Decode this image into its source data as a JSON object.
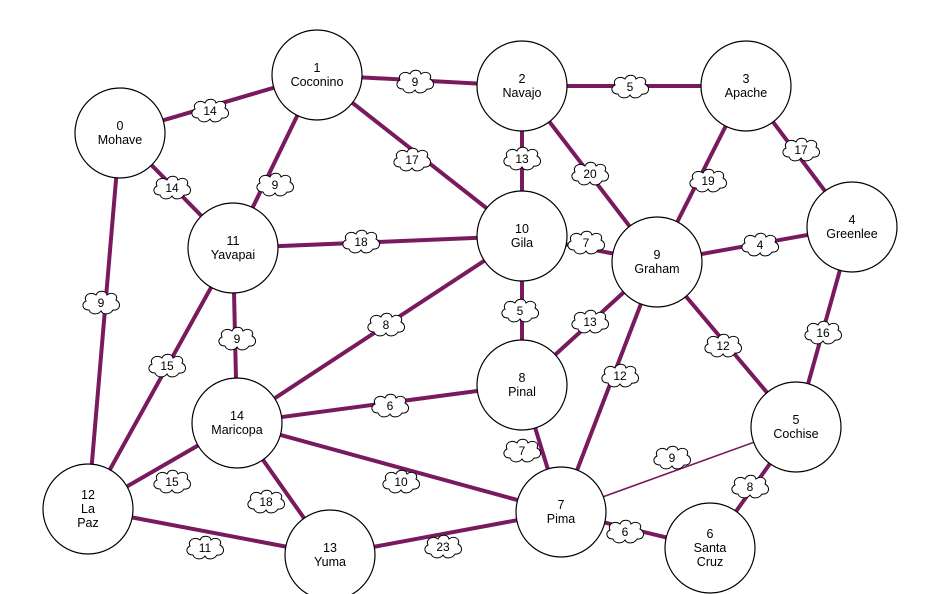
{
  "colors": {
    "edge": "#7a1a5e",
    "node_fill": "#ffffff",
    "node_stroke": "#000000"
  },
  "nodes": [
    {
      "id": "0",
      "name": "Mohave"
    },
    {
      "id": "1",
      "name": "Coconino"
    },
    {
      "id": "2",
      "name": "Navajo"
    },
    {
      "id": "3",
      "name": "Apache"
    },
    {
      "id": "4",
      "name": "Greenlee"
    },
    {
      "id": "5",
      "name": "Cochise"
    },
    {
      "id": "6",
      "name": "Santa Cruz"
    },
    {
      "id": "7",
      "name": "Pima"
    },
    {
      "id": "8",
      "name": "Pinal"
    },
    {
      "id": "9",
      "name": "Graham"
    },
    {
      "id": "10",
      "name": "Gila"
    },
    {
      "id": "11",
      "name": "Yavapai"
    },
    {
      "id": "12",
      "name": "La Paz"
    },
    {
      "id": "13",
      "name": "Yuma"
    },
    {
      "id": "14",
      "name": "Maricopa"
    }
  ],
  "edges": [
    {
      "from": "0",
      "to": "1",
      "weight": "14"
    },
    {
      "from": "0",
      "to": "11",
      "weight": "14"
    },
    {
      "from": "0",
      "to": "12",
      "weight": "9"
    },
    {
      "from": "1",
      "to": "2",
      "weight": "9"
    },
    {
      "from": "1",
      "to": "11",
      "weight": "9"
    },
    {
      "from": "1",
      "to": "10",
      "weight": "17"
    },
    {
      "from": "2",
      "to": "3",
      "weight": "5"
    },
    {
      "from": "2",
      "to": "10",
      "weight": "13"
    },
    {
      "from": "2",
      "to": "9",
      "weight": "20"
    },
    {
      "from": "3",
      "to": "9",
      "weight": "19"
    },
    {
      "from": "3",
      "to": "4",
      "weight": "17"
    },
    {
      "from": "4",
      "to": "9",
      "weight": "4"
    },
    {
      "from": "4",
      "to": "5",
      "weight": "16"
    },
    {
      "from": "11",
      "to": "10",
      "weight": "18"
    },
    {
      "from": "11",
      "to": "14",
      "weight": "9"
    },
    {
      "from": "11",
      "to": "12",
      "weight": "15"
    },
    {
      "from": "10",
      "to": "9",
      "weight": "7"
    },
    {
      "from": "10",
      "to": "8",
      "weight": "5"
    },
    {
      "from": "10",
      "to": "14",
      "weight": "8"
    },
    {
      "from": "9",
      "to": "8",
      "weight": "13"
    },
    {
      "from": "9",
      "to": "7",
      "weight": "12"
    },
    {
      "from": "9",
      "to": "5",
      "weight": "12"
    },
    {
      "from": "14",
      "to": "8",
      "weight": "6"
    },
    {
      "from": "14",
      "to": "7",
      "weight": "10"
    },
    {
      "from": "14",
      "to": "12",
      "weight": "15"
    },
    {
      "from": "14",
      "to": "13",
      "weight": "18"
    },
    {
      "from": "8",
      "to": "7",
      "weight": "7"
    },
    {
      "from": "7",
      "to": "5",
      "weight": "9"
    },
    {
      "from": "7",
      "to": "6",
      "weight": "6"
    },
    {
      "from": "5",
      "to": "6",
      "weight": "8"
    },
    {
      "from": "12",
      "to": "13",
      "weight": "11"
    },
    {
      "from": "13",
      "to": "7",
      "weight": "23"
    }
  ]
}
